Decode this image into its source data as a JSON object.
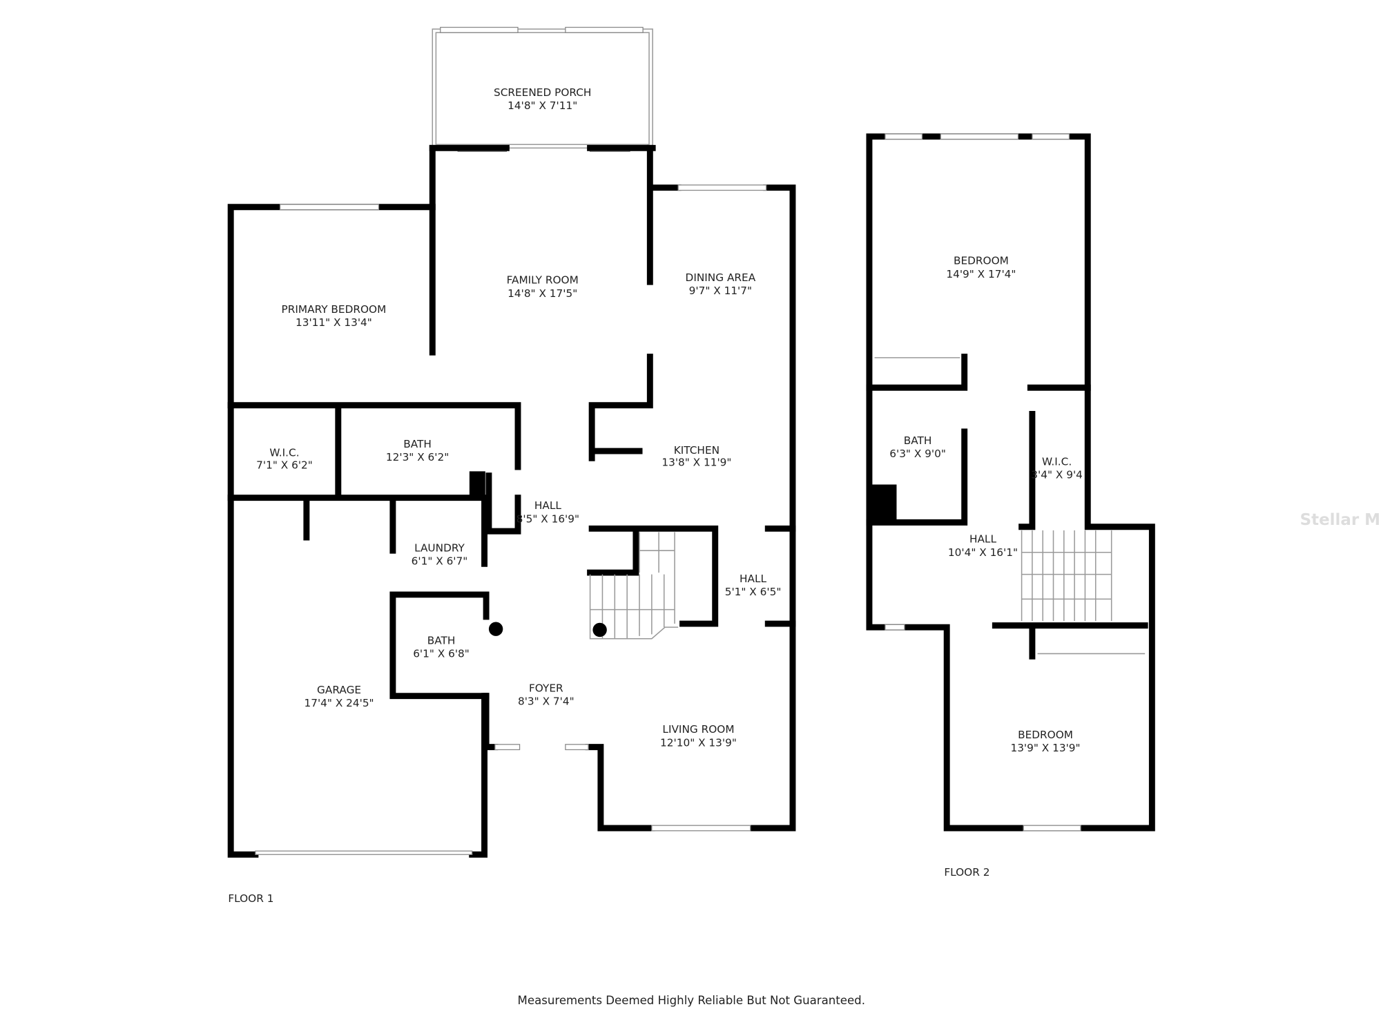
{
  "floor1": {
    "label": "FLOOR 1",
    "rooms": [
      {
        "name": "SCREENED PORCH",
        "size": "14'8\" X 7'11\""
      },
      {
        "name": "FAMILY ROOM",
        "size": "14'8\" X 17'5\""
      },
      {
        "name": "PRIMARY BEDROOM",
        "size": "13'11\" X 13'4\""
      },
      {
        "name": "DINING AREA",
        "size": "9'7\" X 11'7\""
      },
      {
        "name": "W.I.C.",
        "size": "7'1\" X 6'2\""
      },
      {
        "name": "BATH",
        "size": "12'3\" X 6'2\""
      },
      {
        "name": "KITCHEN",
        "size": "13'8\" X 11'9\""
      },
      {
        "name": "HALL",
        "size": "8'5\" X 16'9\""
      },
      {
        "name": "LAUNDRY",
        "size": "6'1\" X 6'7\""
      },
      {
        "name": "HALL",
        "size": "5'1\" X 6'5\""
      },
      {
        "name": "BATH",
        "size": "6'1\" X 6'8\""
      },
      {
        "name": "GARAGE",
        "size": "17'4\" X 24'5\""
      },
      {
        "name": "FOYER",
        "size": "8'3\" X 7'4\""
      },
      {
        "name": "LIVING ROOM",
        "size": "12'10\" X 13'9\""
      }
    ]
  },
  "floor2": {
    "label": "FLOOR 2",
    "rooms": [
      {
        "name": "BEDROOM",
        "size": "14'9\" X 17'4\""
      },
      {
        "name": "BATH",
        "size": "6'3\" X 9'0\""
      },
      {
        "name": "W.I.C.",
        "size": "3'4\" X 9'4"
      },
      {
        "name": "HALL",
        "size": "10'4\" X 16'1\""
      },
      {
        "name": "BEDROOM",
        "size": "13'9\" X 13'9\""
      }
    ]
  },
  "disclaimer": "Measurements Deemed Highly Reliable But Not Guaranteed.",
  "watermark": "Stellar MLS"
}
